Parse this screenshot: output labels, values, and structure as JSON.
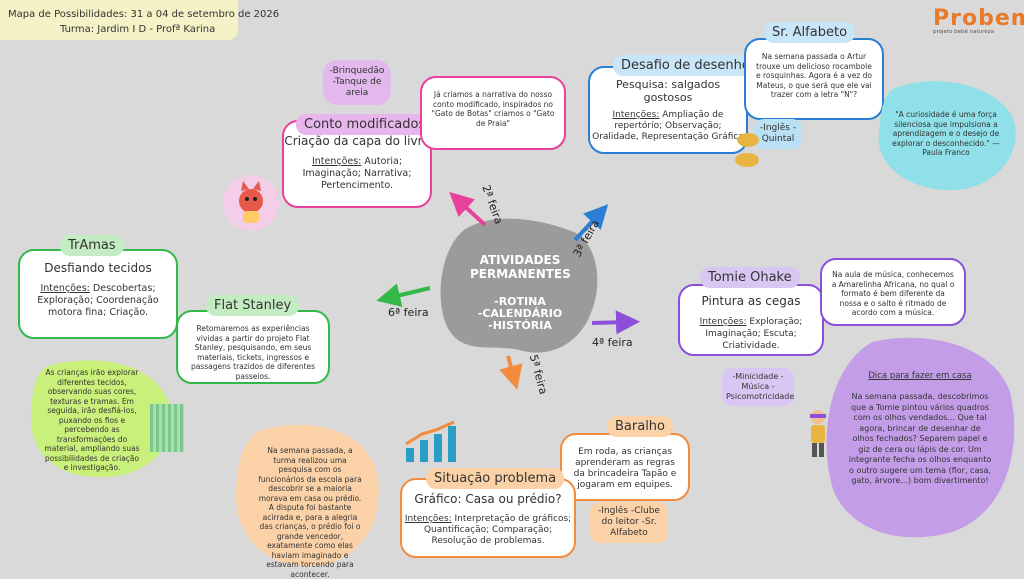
{
  "header": {
    "title": "Mapa de Possibilidades: 31 a 04 de setembro de 2026",
    "subtitle": "Turma: Jardim I D - Profª Karina"
  },
  "logo": {
    "text": "Probem",
    "sub": "projeto bebê natureza"
  },
  "center": {
    "title": "ATIVIDADES PERMANENTES",
    "items": [
      "-ROTINA",
      "-CALENDÁRIO",
      "-HISTÓRIA"
    ]
  },
  "days": {
    "mon": "2ª feira",
    "tue": "3ª feira",
    "wed": "4ª feira",
    "thu": "5ª feira",
    "fri": "6ª feira"
  },
  "conto": {
    "title": "Conto modificados",
    "activity": "Criação da capa do livro",
    "int_label": "Intenções:",
    "int_text": " Autoria; Imaginação; Narrativa; Pertencimento.",
    "tags": "-Brinquedão -Tanque de areia",
    "note": "Já criamos a narrativa do nosso conto modificado, inspirados no \"Gato de Botas\" criamos o \"Gato de Praia\""
  },
  "desafio": {
    "title": "Desafio de desenho",
    "activity": "Pesquisa: salgados gostosos",
    "int_label": "Intenções:",
    "int_text": " Ampliação de repertório; Observação; Oralidade, Representação Gráfica",
    "tag_name": "Sr. Alfabeto",
    "tag_note": "Na semana passada o Artur trouxe um delicioso rocambole e rosquinhas. Agora é a vez do Mateus, o que será que ele vai trazer com a letra \"N\"?",
    "extra": "-Inglês -Quintal"
  },
  "quote": {
    "text": "\"A curiosidade é uma força silenciosa que impulsiona a aprendizagem e o desejo de explorar o desconhecido.\" — Paula Franco"
  },
  "tomie": {
    "title": "Tomie Ohake",
    "activity": "Pintura as cegas",
    "int_label": "Intenções:",
    "int_text": " Exploração; Imaginação; Escuta; Criatividade.",
    "note": "Na aula de música, conhecemos a Amarelinha Africana, no qual o formato é bem diferente da nossa e o salto é ritmado de acordo com a música.",
    "tags": "-Minicidade -Música -Psicomotricidade",
    "tip_title": "Dica para fazer em casa",
    "tip_text": "Na semana passada, descobrimos que a Tomie pintou vários quadros com os olhos vendados... Que tal agora, brincar de desenhar de olhos fechados? Separem papel e giz de cera ou lápis de cor. Um integrante fecha os olhos enquanto o outro sugere um tema (flor, casa, gato, árvore...) bom divertimento!"
  },
  "baralho": {
    "title": "Baralho",
    "activity": "Em roda, as crianças aprenderam as regras da brincadeira Tapão e jogaram em equipes.",
    "tags": "-Inglês -Clube do leitor -Sr. Alfabeto"
  },
  "situacao": {
    "title": "Situação problema",
    "activity": "Gráfico: Casa ou prédio?",
    "int_label": "Intenções:",
    "int_text": " Interpretação de gráficos; Quantificação; Comparação; Resolução de problemas.",
    "note": "Na semana passada, a turma realizou uma pesquisa com os funcionários da escola para descobrir se a maioria morava em casa ou prédio. A disputa foi bastante acirrada e, para a alegria das crianças, o prédio foi o grande vencedor, exatamente como elas haviam imaginado e estavam torcendo para acontecer."
  },
  "tramas": {
    "title": "TrAmas",
    "activity": "Desfiando tecidos",
    "int_label": "Intenções:",
    "int_text": " Descobertas; Exploração; Coordenação motora fina; Criação.",
    "note": "As crianças irão explorar diferentes tecidos, observando suas cores, texturas e tramas. Em seguida, irão desfiá-los, puxando os fios e percebendo as transformações do material, ampliando suas possibilidades de criação e investigação."
  },
  "flat": {
    "title": "Flat Stanley",
    "note": "Retomaremos as experiências vividas a partir do projeto Flat Stanley, pesquisando, em seus materiais, tickets, ingressos e passagens trazidos de diferentes passeios."
  },
  "colors": {
    "pink": "#e8419b",
    "blue": "#2a7fd4",
    "purple": "#8d4fd9",
    "orange": "#f28b3c",
    "green": "#33b94a"
  }
}
